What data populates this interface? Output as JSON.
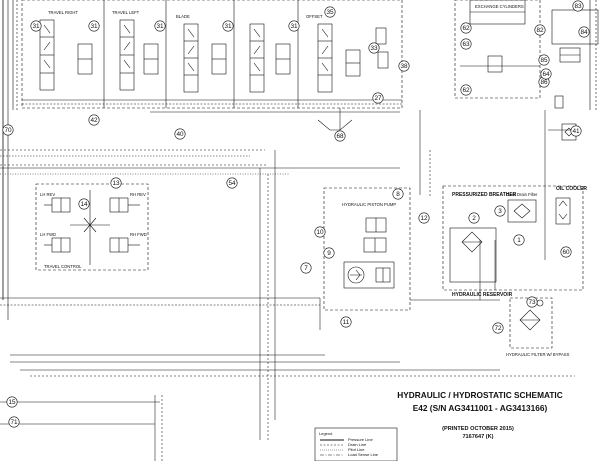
{
  "title": {
    "line1": "HYDRAULIC / HYDROSTATIC SCHEMATIC",
    "line2": "E42 (S/N AG3411001 - AG3413166)",
    "printed": "(PRINTED OCTOBER 2015)",
    "part_number": "7167647 (K)"
  },
  "legend": {
    "heading": "Legend",
    "items": [
      "Pressure Line",
      "Drain Line",
      "Pilot Line",
      "Load Sense Line"
    ]
  },
  "sections": {
    "travel_right": "TRAVEL RIGHT",
    "travel_left": "TRAVEL LEFT",
    "blade": "BLADE",
    "offset": "OFFSET",
    "exchange_cylinders": "EXCHANGE CYLINDERS",
    "travel_control": "TRAVEL CONTROL",
    "hydraulic_piston_pump": "HYDRAULIC PISTON PUMP",
    "pressurized_breather": "PRESSURIZED BREATHER",
    "case_drain_filter": "Case Drain Filter",
    "oil_cooler": "OIL COOLER",
    "hydraulic_reservoir": "HYDRAULIC RESERVOIR",
    "hydraulic_filter": "HYDRAULIC FILTER W/ BYPASS"
  },
  "travel_control_labels": [
    "LH REV",
    "RH REV",
    "LH FWD",
    "RH FWD"
  ],
  "callouts": [
    "31",
    "31",
    "31",
    "31",
    "31",
    "35",
    "33",
    "38",
    "27",
    "42",
    "40",
    "70",
    "68",
    "54",
    "13",
    "14",
    "8",
    "12",
    "10",
    "9",
    "7",
    "11",
    "2",
    "3",
    "1",
    "60",
    "41",
    "82",
    "83",
    "84",
    "85",
    "86",
    "63",
    "64",
    "62",
    "62",
    "72",
    "73",
    "71",
    "15"
  ],
  "colors": {
    "line": "#111111",
    "background": "#ffffff"
  }
}
